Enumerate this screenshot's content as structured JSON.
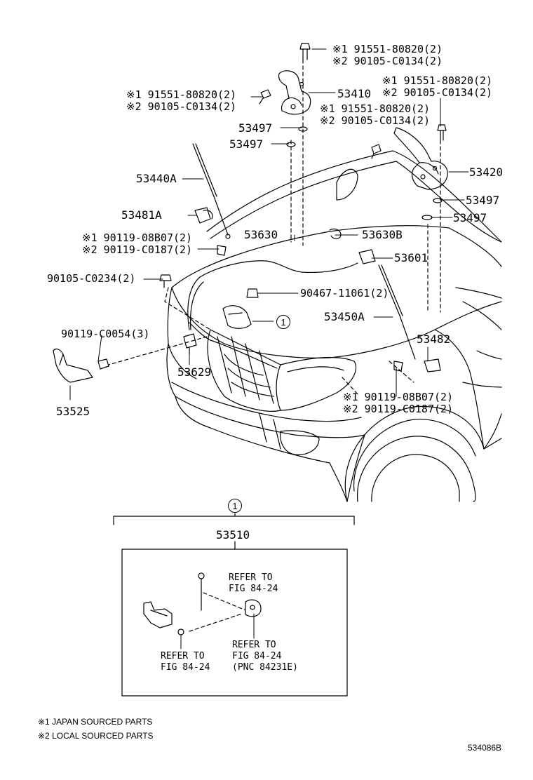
{
  "callouts": {
    "top_bolt_1": "※1 91551-80820(2)",
    "top_bolt_2": "※2 90105-C0134(2)",
    "left_bolt_1": "※1 91551-80820(2)",
    "left_bolt_2": "※2 90105-C0134(2)",
    "mid_bolt_1": "※1 91551-80820(2)",
    "mid_bolt_2": "※2 90105-C0134(2)",
    "right_bolt_1": "※1 91551-80820(2)",
    "right_bolt_2": "※2 90105-C0134(2)",
    "hinge_left": "53410",
    "hinge_right": "53420",
    "cushion_a": "53497",
    "cushion_b": "53497",
    "cushion_c": "53497",
    "cushion_d": "53497",
    "support_left": "53440A",
    "support_right": "53450A",
    "bracket_left": "53481A",
    "bracket_right": "53482",
    "stud_left_1": "※1 90119-08B07(2)",
    "stud_left_2": "※2 90119-C0187(2)",
    "stud_right_1": "※1 90119-08B07(2)",
    "stud_right_2": "※2 90119-C0187(2)",
    "cable": "53630",
    "cable_clamp": "53630B",
    "lever": "53601",
    "bolt_front": "90105-C0234(2)",
    "clip": "90467-11061(2)",
    "bolt_lower": "90119-C0054(3)",
    "release": "53629",
    "lock_plate": "53525",
    "ref_circle": "1",
    "sub_circle": "1",
    "assembly": "53510",
    "ref_a_1": "REFER TO",
    "ref_a_2": "FIG 84-24",
    "ref_b_1": "REFER TO",
    "ref_b_2": "FIG 84-24",
    "ref_c_1": "REFER TO",
    "ref_c_2": "FIG 84-24",
    "ref_c_3": "(PNC 84231E)"
  },
  "notes": {
    "note_1": "※1 JAPAN SOURCED PARTS",
    "note_2": "※2 LOCAL SOURCED PARTS"
  },
  "figure_code": "534086B"
}
